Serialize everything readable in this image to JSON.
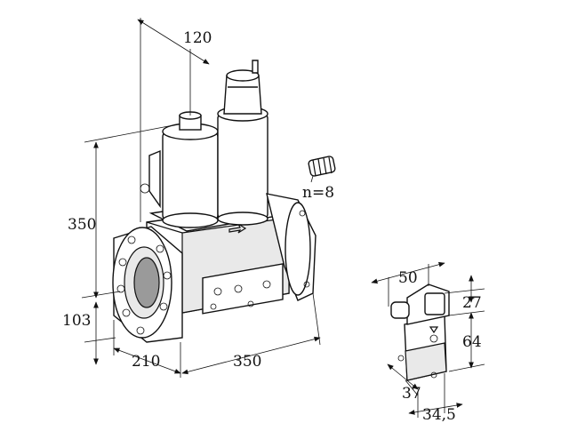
{
  "dimensions": {
    "valve_width_top": "120",
    "valve_height": "350",
    "flange_center_height": "103",
    "valve_depth": "210",
    "valve_length": "350",
    "screw_count": "n=8",
    "switch_width": "50",
    "switch_top_offset": "27",
    "switch_height": "64",
    "switch_depth": "37",
    "switch_offset": "34,5"
  }
}
